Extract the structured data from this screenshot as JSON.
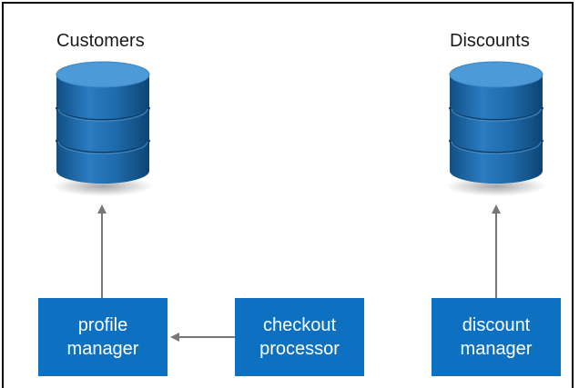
{
  "databases": [
    {
      "id": "customers",
      "label": "Customers"
    },
    {
      "id": "discounts",
      "label": "Discounts"
    }
  ],
  "services": [
    {
      "id": "profile",
      "line1": "profile",
      "line2": "manager"
    },
    {
      "id": "checkout",
      "line1": "checkout",
      "line2": "processor"
    },
    {
      "id": "discount",
      "line1": "discount",
      "line2": "manager"
    }
  ],
  "colors": {
    "service_box": "#0e70c0",
    "database_top": "#4e9ad6",
    "database_body": "#1e6aa9",
    "arrow": "#777777"
  },
  "edges": [
    {
      "from": "profile manager",
      "to": "Customers"
    },
    {
      "from": "checkout processor",
      "to": "profile manager"
    },
    {
      "from": "discount manager",
      "to": "Discounts"
    }
  ]
}
